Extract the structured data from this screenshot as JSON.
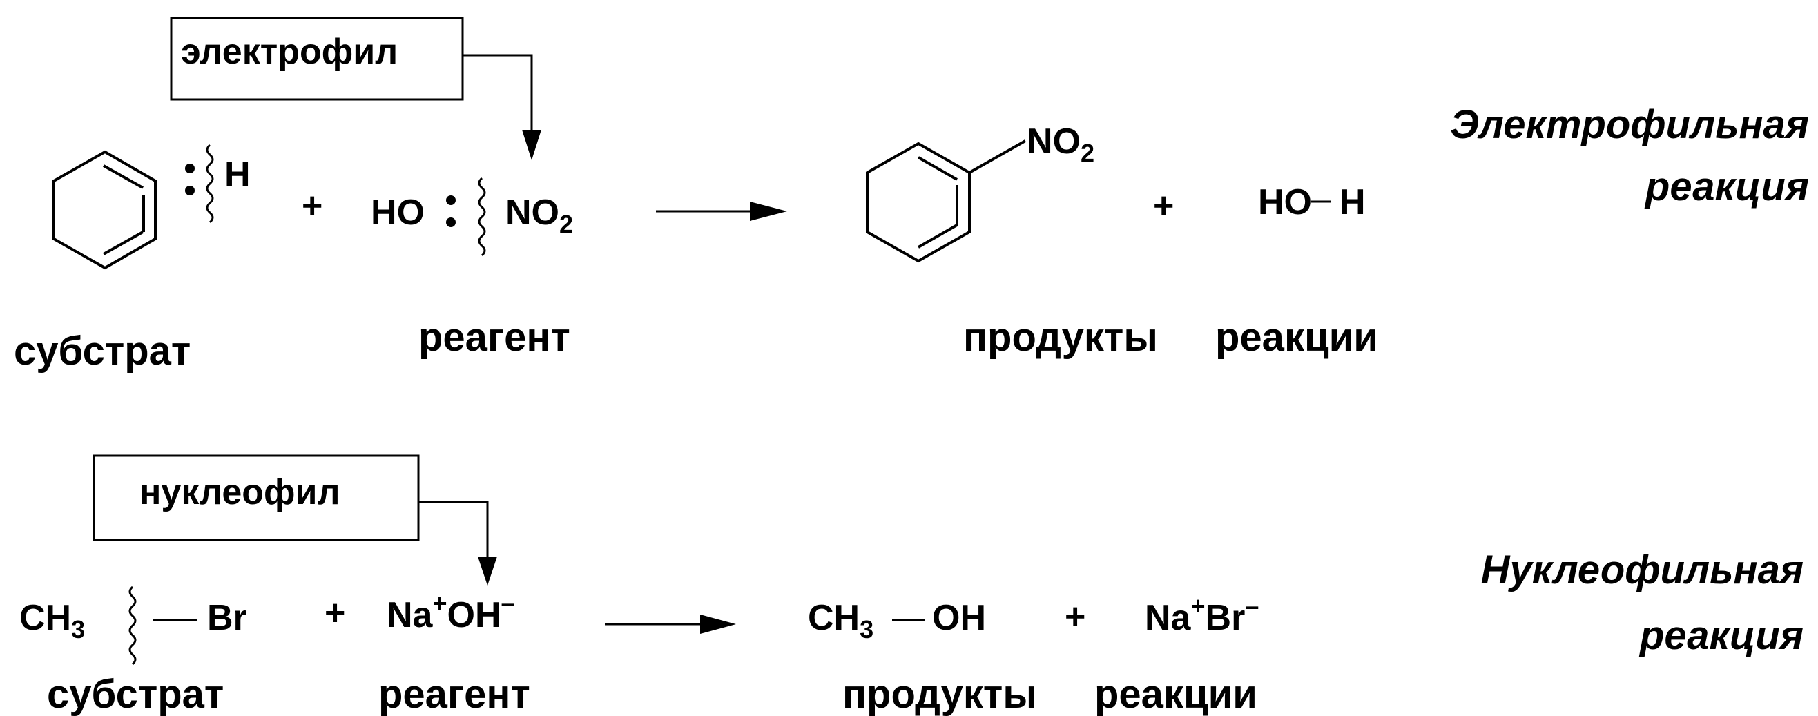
{
  "electrophilic": {
    "label_box": "электрофил",
    "substrate_h": "H",
    "plus_1": "+",
    "reagent_ho": "HO",
    "reagent_no": "NO",
    "reagent_no_sub": "2",
    "caption_substrate": "субстрат",
    "caption_reagent": "реагент",
    "product_no": "NO",
    "product_no_sub": "2",
    "plus_2": "+",
    "water_ho": "HO",
    "water_h": "H",
    "caption_products_1": "продукты",
    "caption_products_2": "реакции",
    "title_line1": "Электрофильная",
    "title_line2": "реакция"
  },
  "nucleophilic": {
    "label_box": "нуклеофил",
    "substrate_ch": "CH",
    "substrate_ch_sub": "3",
    "substrate_br": "Br",
    "plus_1": "+",
    "reagent_na": "Na",
    "reagent_na_charge": "+",
    "reagent_oh": "OH",
    "reagent_oh_charge": "–",
    "caption_substrate": "субстрат",
    "caption_reagent": "реагент",
    "product_ch": "CH",
    "product_ch_sub": "3",
    "product_oh": "OH",
    "plus_2": "+",
    "product_na": "Na",
    "product_na_charge": "+",
    "product_br": "Br",
    "product_br_charge": "–",
    "caption_products_1": "продукты",
    "caption_products_2": "реакции",
    "title_line1": "Нуклеофильная",
    "title_line2": "реакция"
  }
}
